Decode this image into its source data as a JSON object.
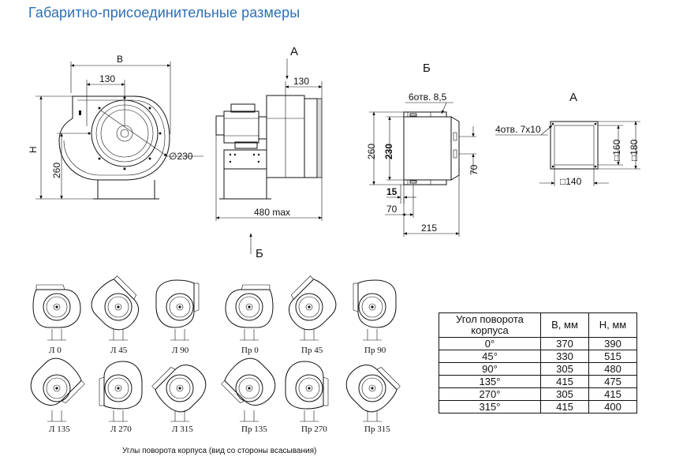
{
  "title": "Габаритно-присоединительные размеры",
  "front_view": {
    "dim_b": "B",
    "dim_h": "H",
    "dim_130": "130",
    "dim_260": "260",
    "dim_230": "∅230"
  },
  "side_view": {
    "label_a": "А",
    "label_b": "Б",
    "dim_130": "130",
    "dim_480": "480 max"
  },
  "view_b": {
    "title": "Б",
    "holes": "6отв. 8,5",
    "dim_260": "260",
    "dim_230": "230",
    "dim_70_right": "70",
    "dim_15": "15",
    "dim_70_bottom": "70",
    "dim_215": "215"
  },
  "view_a": {
    "title": "А",
    "holes": "4отв. 7х10",
    "dim_160": "□160",
    "dim_180": "□180",
    "dim_140": "□140"
  },
  "variants": [
    {
      "label": "Л 0"
    },
    {
      "label": "Л 45"
    },
    {
      "label": "Л 90"
    },
    {
      "label": "Пр 0"
    },
    {
      "label": "Пр 45"
    },
    {
      "label": "Пр 90"
    },
    {
      "label": "Л 135"
    },
    {
      "label": "Л 270"
    },
    {
      "label": "Л 315"
    },
    {
      "label": "Пр 135"
    },
    {
      "label": "Пр 270"
    },
    {
      "label": "Пр 315"
    }
  ],
  "variants_caption": "Углы поворота корпуса (вид со стороны всасывания)",
  "table": {
    "headers": [
      "Угол поворота корпуса",
      "B, мм",
      "H, мм"
    ],
    "rows": [
      [
        "0°",
        "370",
        "390"
      ],
      [
        "45°",
        "330",
        "515"
      ],
      [
        "90°",
        "305",
        "480"
      ],
      [
        "135°",
        "415",
        "475"
      ],
      [
        "270°",
        "305",
        "415"
      ],
      [
        "315°",
        "415",
        "400"
      ]
    ]
  },
  "colors": {
    "title": "#2a6fb8",
    "line": "#111111",
    "fill": "#dcdcdc"
  }
}
